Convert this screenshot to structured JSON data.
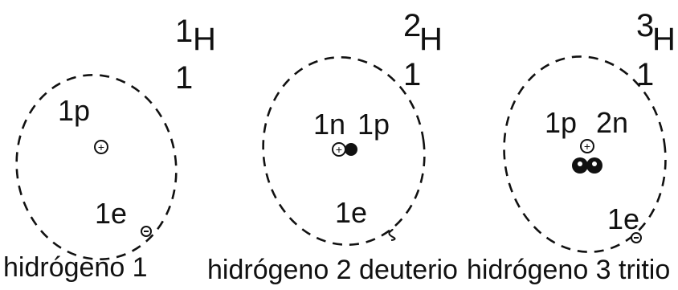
{
  "atoms": [
    {
      "mass_number": "1",
      "symbol": "H",
      "atomic_number": "1",
      "nucleus_label": "1p",
      "electron_label": "1e",
      "proton_sign": "+",
      "electron_sign": "-",
      "caption": "hidrógeno 1"
    },
    {
      "mass_number": "2",
      "symbol": "H",
      "atomic_number": "1",
      "neutron_label": "1n",
      "nucleus_label": "1p",
      "electron_label": "1e",
      "proton_sign": "+",
      "caption": "hidrógeno 2 deuterio"
    },
    {
      "mass_number": "3",
      "symbol": "H",
      "atomic_number": "1",
      "nucleus_label": "1p",
      "neutron_label": "2n",
      "electron_label": "1e",
      "proton_sign": "+",
      "caption": "hidrógeno 3 tritio"
    }
  ]
}
